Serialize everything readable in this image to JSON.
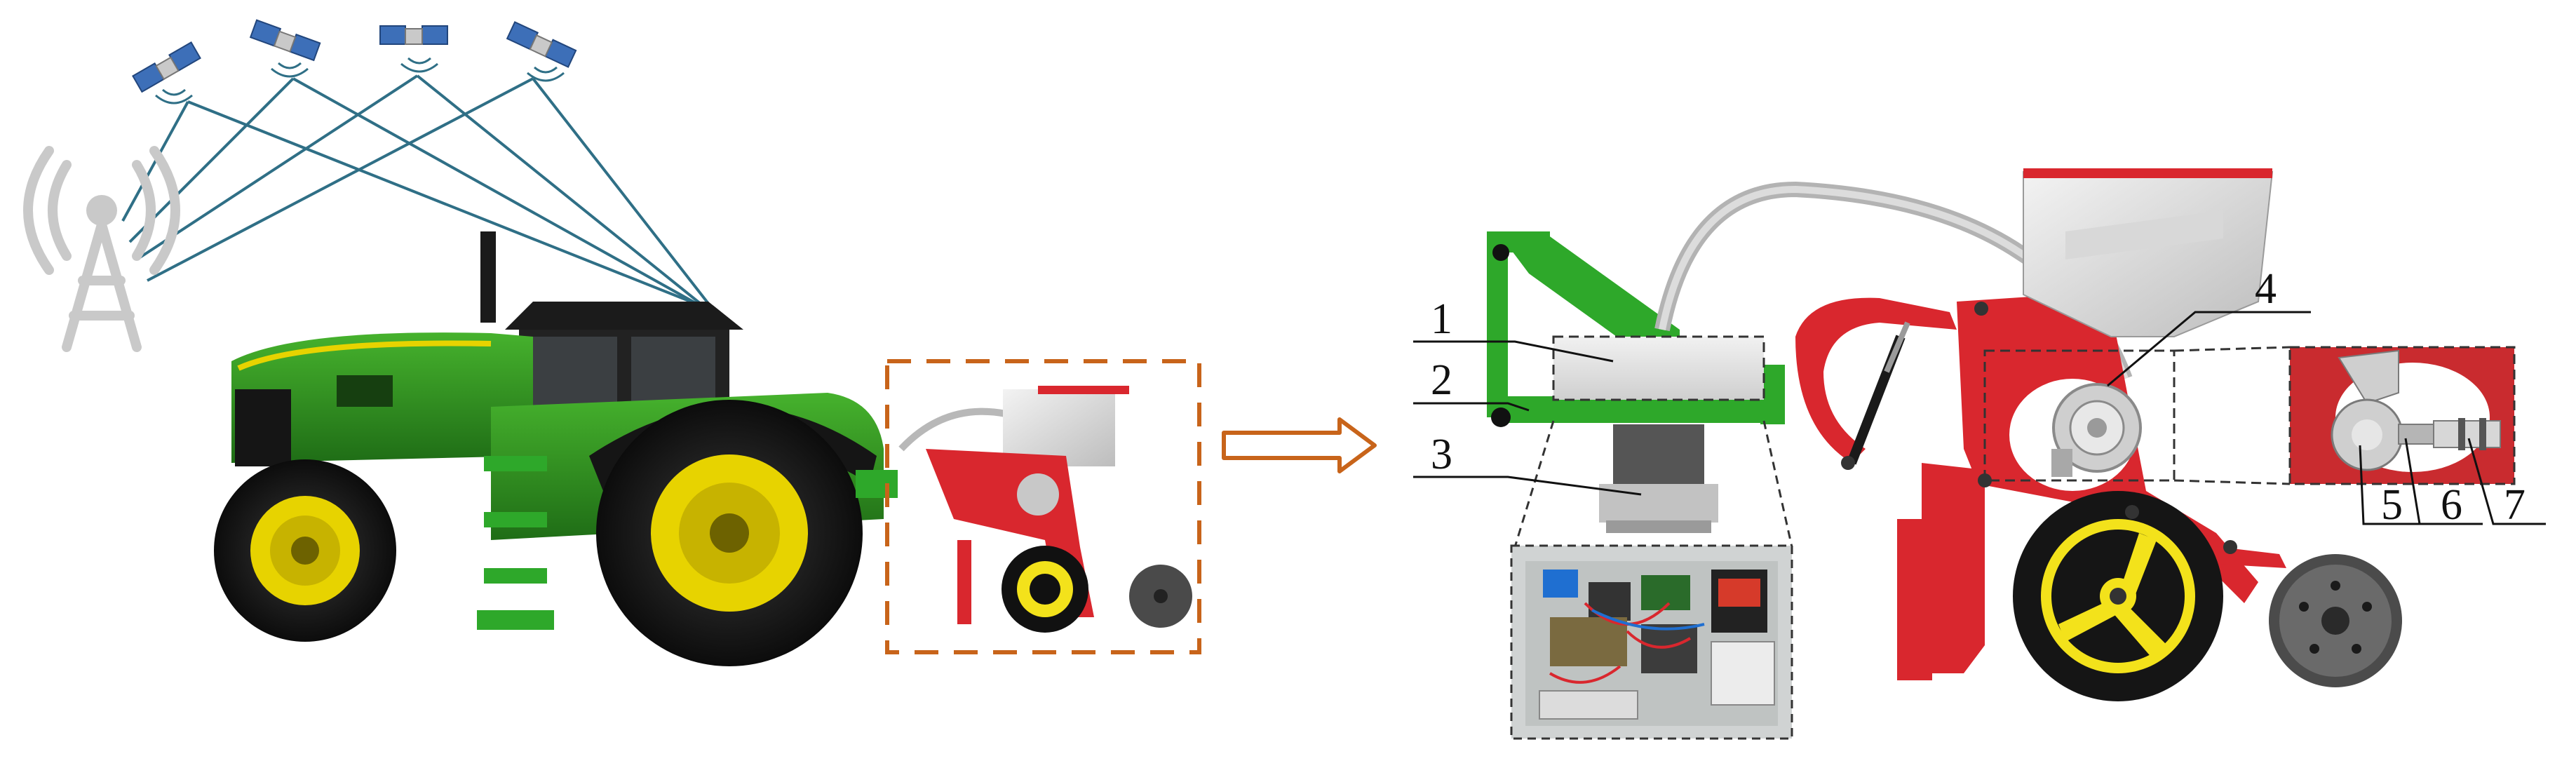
{
  "callouts": [
    {
      "id": "1",
      "label": "1"
    },
    {
      "id": "2",
      "label": "2"
    },
    {
      "id": "3",
      "label": "3"
    },
    {
      "id": "4",
      "label": "4"
    },
    {
      "id": "5",
      "label": "5"
    },
    {
      "id": "6",
      "label": "6"
    },
    {
      "id": "7",
      "label": "7"
    }
  ],
  "icons": {
    "satellite": "satellite-icon",
    "tower": "signal-tower-icon",
    "tractor": "tractor-icon",
    "arrow": "hollow-arrow-right-icon"
  },
  "colors": {
    "tractor_green": "#2e8b1f",
    "tractor_yellow": "#e7d300",
    "frame_green": "#2ea82a",
    "planter_red": "#d9272e",
    "dashed_box": "#c8641a",
    "signal_line": "#2f6f86",
    "wheel_yellow": "#f3e21b"
  }
}
